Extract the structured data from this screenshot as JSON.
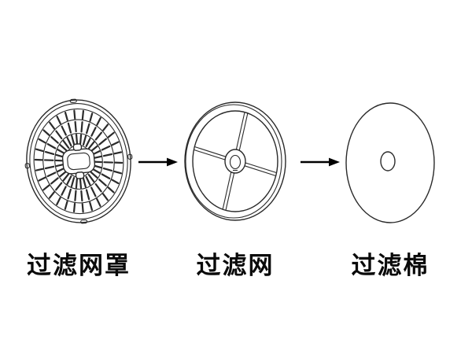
{
  "diagram": {
    "description": "Exploded filter assembly diagram with three parts connected by arrows",
    "parts": [
      {
        "id": "filter-mesh-cover",
        "label": "过滤网罩"
      },
      {
        "id": "filter-net",
        "label": "过滤网"
      },
      {
        "id": "filter-cotton",
        "label": "过滤棉"
      }
    ],
    "arrows": [
      {
        "from": "filter-mesh-cover",
        "to": "filter-net"
      },
      {
        "from": "filter-net",
        "to": "filter-cotton"
      }
    ],
    "colors": {
      "background": "#ffffff",
      "line": "#2a2a2a",
      "text": "#0a0a0a"
    }
  }
}
